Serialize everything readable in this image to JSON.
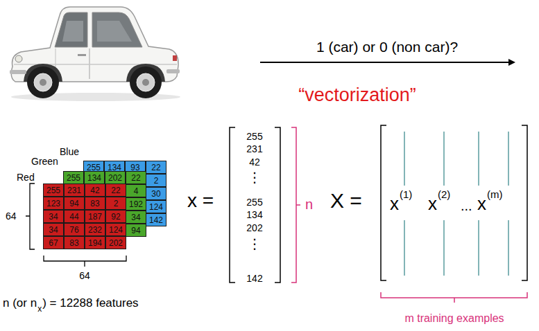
{
  "diagram": {
    "nodes": [
      {
        "text": [
          "Blue",
          "255",
          "134",
          "93",
          "22",
          "2",
          "30",
          "124",
          "142"
        ]
      },
      {
        "text": [
          "Green",
          "255",
          "134",
          "202",
          "22",
          "4",
          "192",
          "34",
          "94"
        ]
      },
      {
        "text": [
          "Red",
          "255",
          "231",
          "42",
          "22",
          "123",
          "94",
          "83",
          "2",
          "34",
          "44",
          "187",
          "92",
          "34",
          "76",
          "232",
          "124",
          "67",
          "83",
          "194",
          "202"
        ]
      }
    ],
    "labels": [
      "1 (car) or 0 (non car)?",
      "“vectorization”",
      "64",
      "64",
      "n (or n",
      "x",
      ") = 12288 features",
      "x =",
      "255",
      "231",
      "42",
      "⋮",
      "255",
      "134",
      "202",
      "⋮",
      "142",
      "n",
      "X =",
      "x",
      "(1)",
      "x",
      "(2)",
      "...",
      "x",
      "(m)",
      "m training examples"
    ]
  }
}
